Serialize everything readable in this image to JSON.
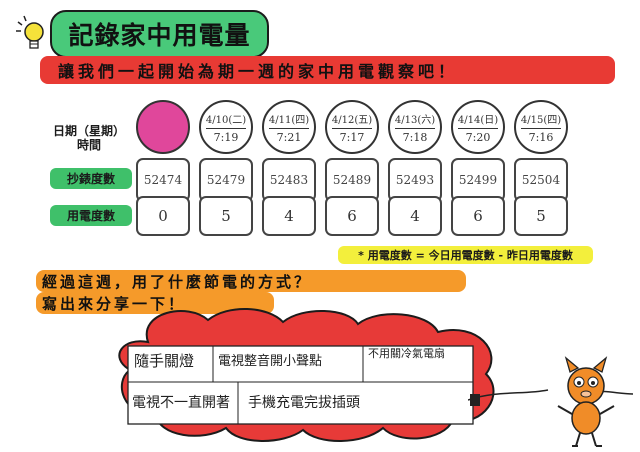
{
  "title": "記錄家中用電量",
  "banner": "讓我們一起開始為期一週的家中用電觀察吧！",
  "row_labels": {
    "date": "日期（星期）",
    "time": "時間",
    "meter": "抄錶度數",
    "usage": "用電度數"
  },
  "days": [
    {
      "date": "",
      "time": "",
      "meter": "52474",
      "usage": "0"
    },
    {
      "date": "4/10(二)",
      "time": "7:19",
      "meter": "52479",
      "usage": "5"
    },
    {
      "date": "4/11(四)",
      "time": "7:21",
      "meter": "52483",
      "usage": "4"
    },
    {
      "date": "4/12(五)",
      "time": "7:17",
      "meter": "52489",
      "usage": "6"
    },
    {
      "date": "4/13(六)",
      "time": "7:18",
      "meter": "52493",
      "usage": "4"
    },
    {
      "date": "4/14(日)",
      "time": "7:20",
      "meter": "52499",
      "usage": "6"
    },
    {
      "date": "4/15(四)",
      "time": "7:16",
      "meter": "52504",
      "usage": "5"
    }
  ],
  "note": "* 用電度數 = 今日用電度數 - 昨日用電度數",
  "question": {
    "line1": "經過這週，用了什麼節電的方式？",
    "line2": "寫出來分享一下！"
  },
  "answers": [
    "隨手關燈",
    "電視整音開小聲點",
    "不用關冷氣電扇",
    "電視不一直開著",
    "手機充電完拔插頭"
  ],
  "colors": {
    "title_bg": "#49c97a",
    "banner_bg": "#e83a34",
    "highlight_first_day": "#e0479b",
    "label_bg": "#3fc06a",
    "note_bg": "#f3ef3c",
    "question_bg": "#f59a2a",
    "cloud_fill": "#e73a38",
    "mascot": "#f08c28"
  },
  "icons": [
    "light-bulb-icon",
    "plug-icon",
    "mascot-icon"
  ]
}
